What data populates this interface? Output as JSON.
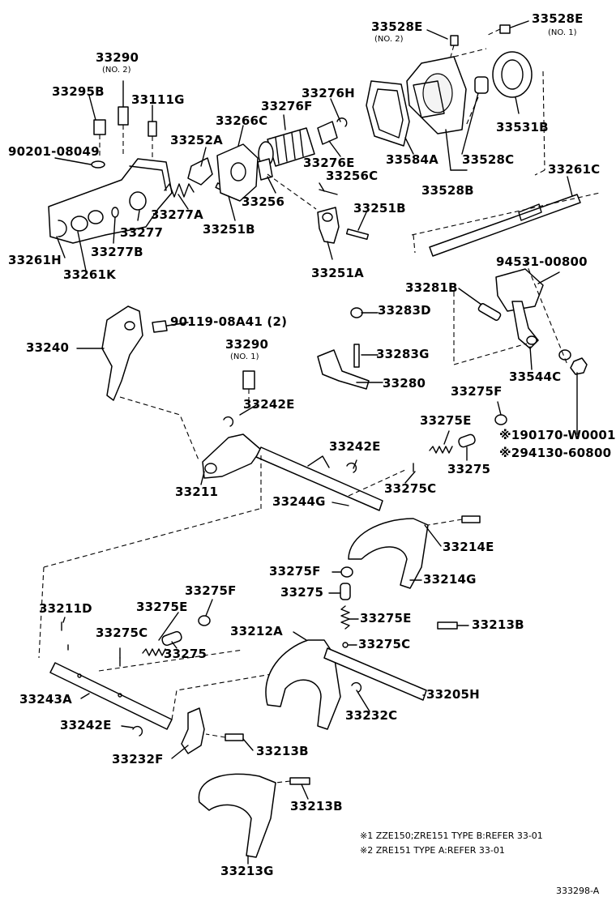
{
  "labels": {
    "p33528E_2": "33528E",
    "p33528E_1": "33528E",
    "p33290_2": "33290",
    "p33295B": "33295B",
    "p33111G": "33111G",
    "p33276H": "33276H",
    "p33276F": "33276F",
    "p33266C": "33266C",
    "p90201": "90201-08049",
    "p33252A": "33252A",
    "p33276E": "33276E",
    "p33531B": "33531B",
    "p33584A": "33584A",
    "p33528C": "33528C",
    "p33256C": "33256C",
    "p33261C": "33261C",
    "p33528B": "33528B",
    "p33256": "33256",
    "p33277A": "33277A",
    "p33251B_a": "33251B",
    "p33251B_b": "33251B",
    "p33277": "33277",
    "p33261H": "33261H",
    "p33277B": "33277B",
    "p33261K": "33261K",
    "p33251A": "33251A",
    "p94531": "94531-00800",
    "p33281B": "33281B",
    "p33283D": "33283D",
    "p90119": "90119-08A41 (2)",
    "p33240": "33240",
    "p33290_1": "33290",
    "p33283G": "33283G",
    "p33544C": "33544C",
    "p33280": "33280",
    "p33275F_a": "33275F",
    "p33242E_a": "33242E",
    "p33275E_a": "33275E",
    "p190170": "※190170-W0001",
    "p294130": "※294130-60800",
    "p33242E_b": "33242E",
    "p33275_a": "33275",
    "p33211": "33211",
    "p33275C_a": "33275C",
    "p33244G": "33244G",
    "p33214E": "33214E",
    "p33275F_b": "33275F",
    "p33214G": "33214G",
    "p33275_b": "33275",
    "p33275F_c": "33275F",
    "p33211D": "33211D",
    "p33275E_b": "33275E",
    "p33275E_c": "33275E",
    "p33212A": "33212A",
    "p33213B_a": "33213B",
    "p33275C_b": "33275C",
    "p33275C_c": "33275C",
    "p33275_c": "33275",
    "p33205H": "33205H",
    "p33243A": "33243A",
    "p33232C": "33232C",
    "p33242E_c": "33242E",
    "p33213B_b": "33213B",
    "p33232F": "33232F",
    "p33213B_c": "33213B",
    "p33213G": "33213G"
  },
  "sublabels": {
    "no2_a": "(NO. 2)",
    "no1_a": "(NO. 1)",
    "no2_b": "(NO. 2)",
    "no1_b": "(NO. 1)"
  },
  "notes": {
    "note1": "※1 ZZE150;ZRE151 TYPE B:REFER 33-01",
    "note2": "※2 ZRE151 TYPE A:REFER 33-01"
  },
  "reference": "333298-A"
}
